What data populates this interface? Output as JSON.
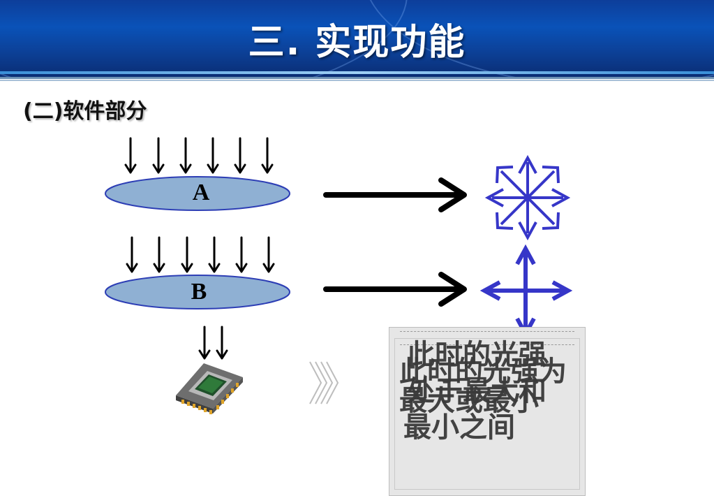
{
  "header": {
    "title": "三. 实现功能"
  },
  "section": {
    "title": "(二)软件部分"
  },
  "diagram": {
    "ellipse_a_label": "A",
    "ellipse_b_label": "B"
  },
  "textbox": {
    "line_1": "此时的光强",
    "line_2": "此时的光强为",
    "line_3": "处于最大和",
    "line_4": "最大或最小",
    "line_5": "最小之间"
  },
  "colors": {
    "header_blue": "#0a4fb3",
    "ellipse_fill": "#8fb0d3",
    "ellipse_stroke": "#2d3eb5",
    "star_blue": "#3333cc",
    "arrow_black": "#000000"
  },
  "icons": [
    "down-arrow-icon",
    "right-arrow-icon",
    "eight-way-arrow-icon",
    "four-way-arrow-icon",
    "sensor-chip-icon",
    "chevron-right-icon"
  ]
}
